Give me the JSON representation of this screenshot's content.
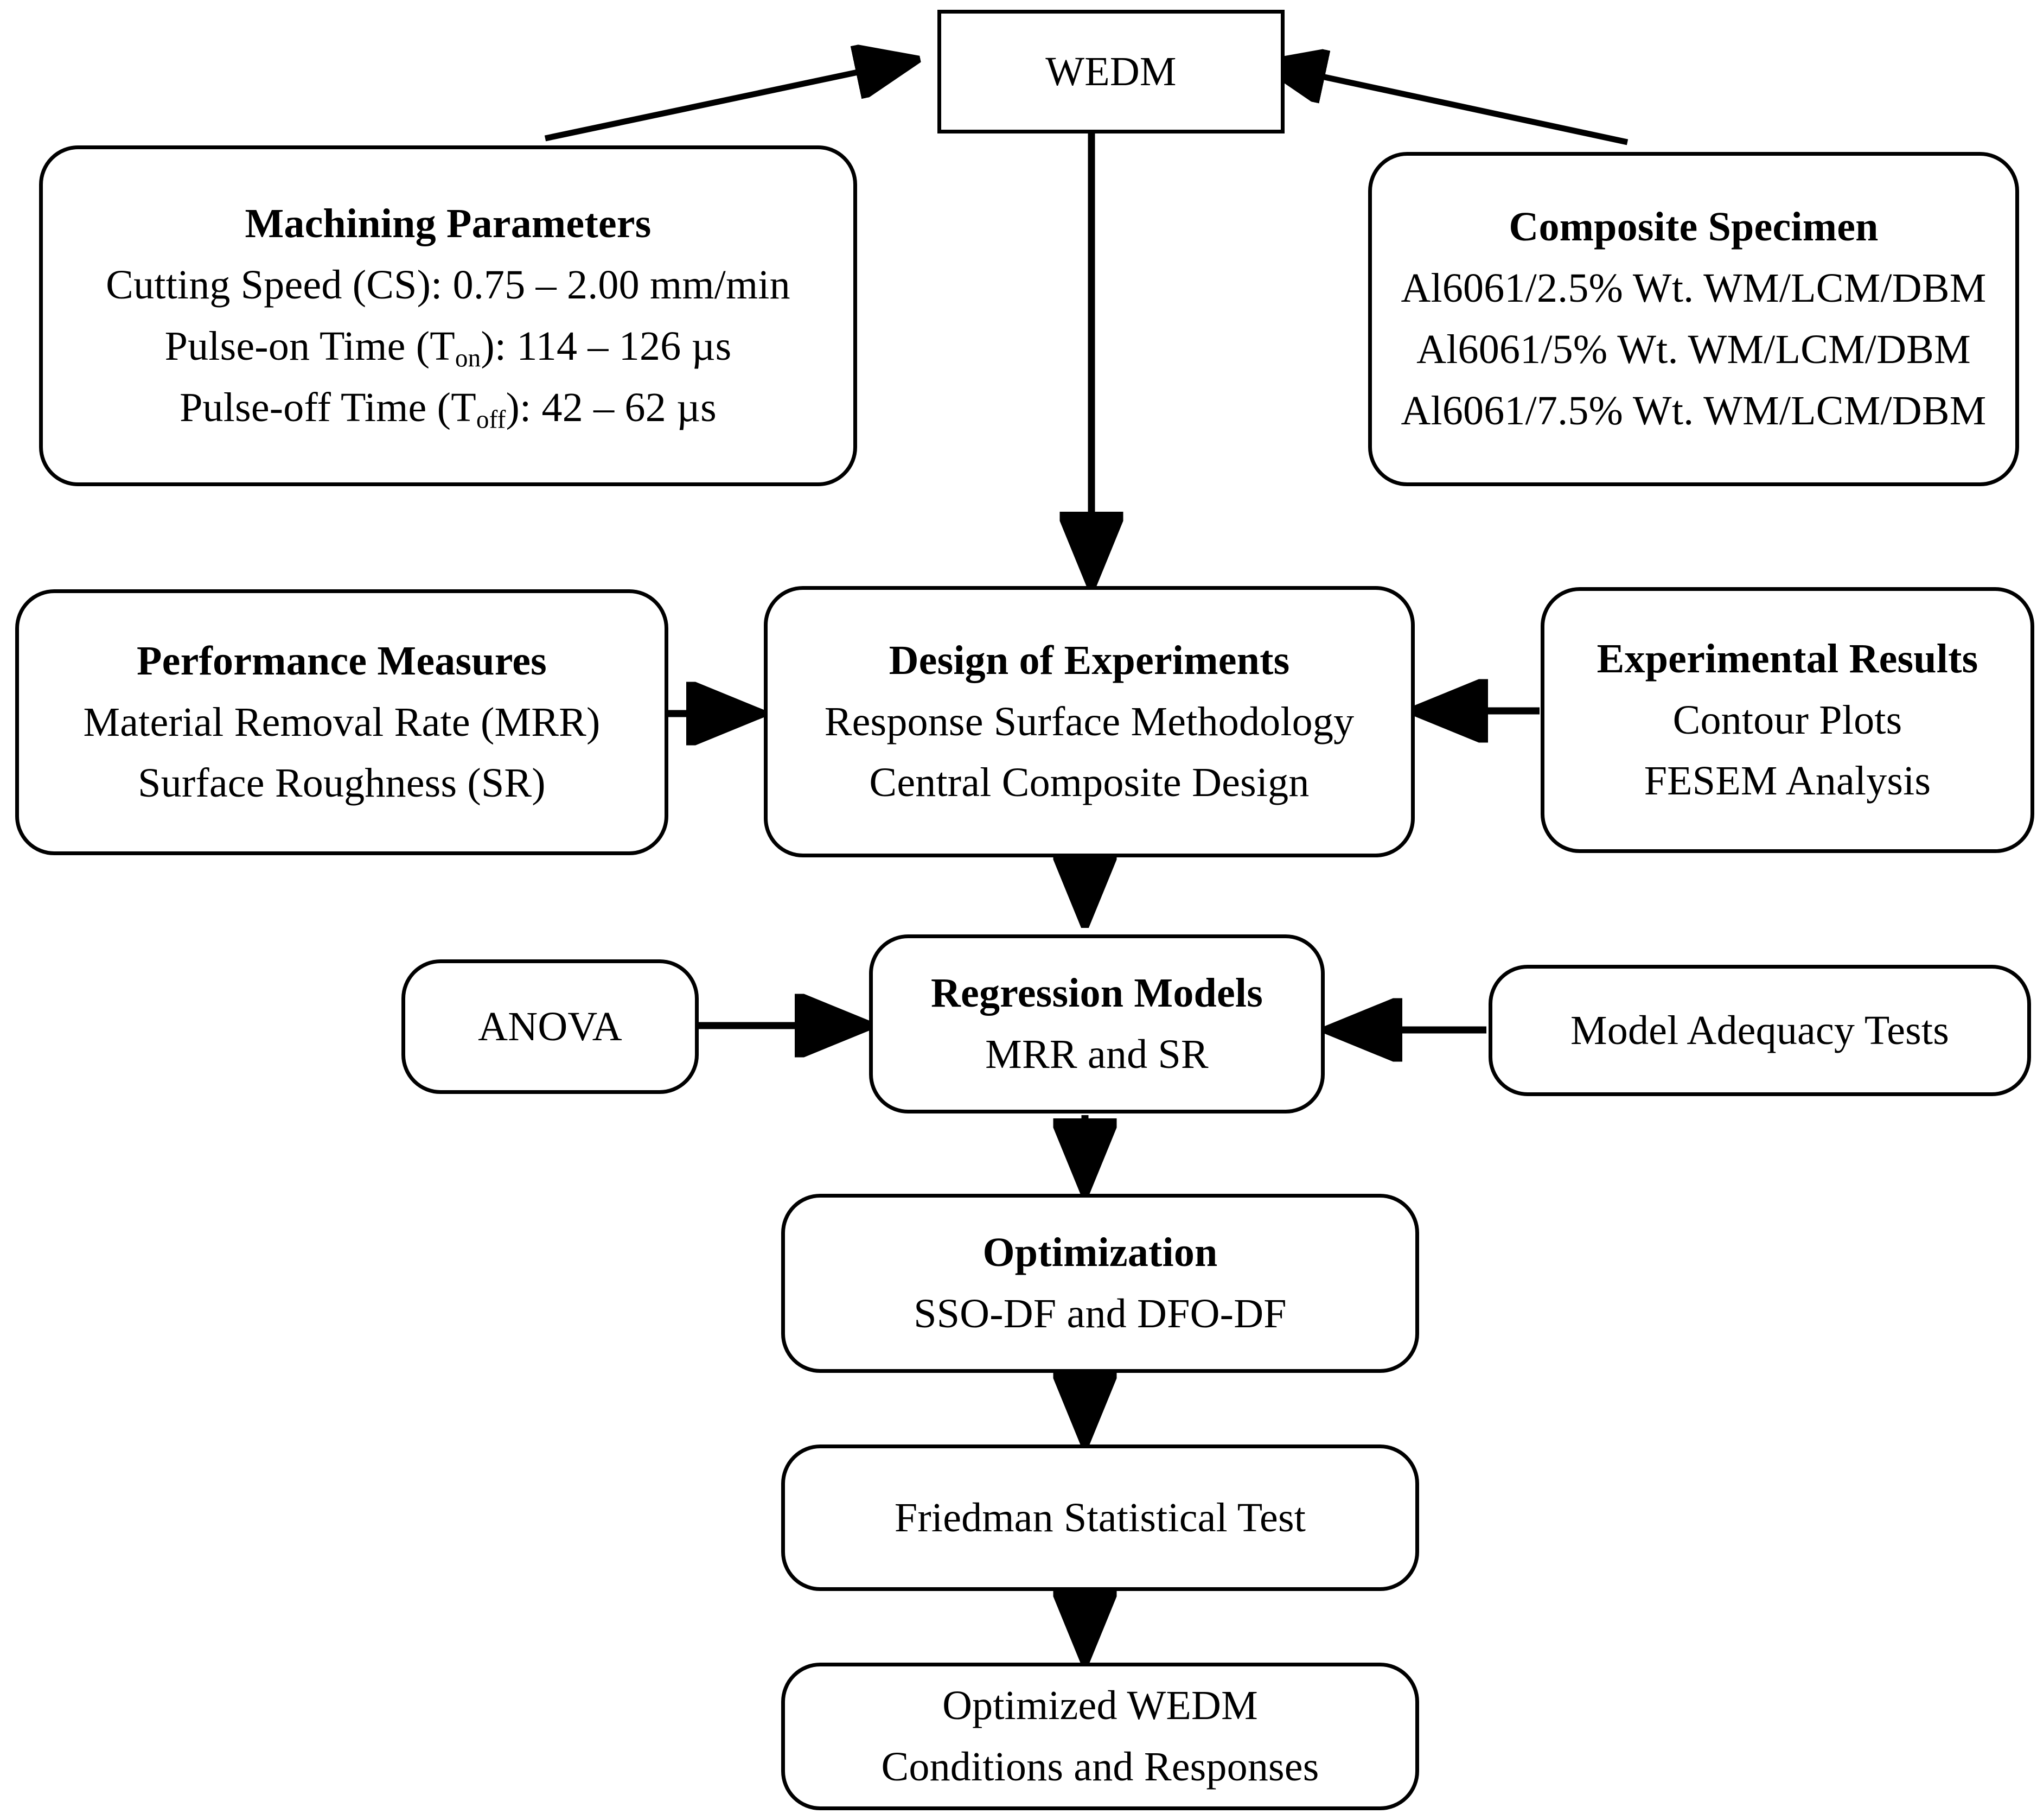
{
  "diagram": {
    "title_node": {
      "label": "WEDM"
    },
    "nodes": {
      "machining_parameters": {
        "heading": "Machining Parameters",
        "lines": [
          "Cutting Speed (CS): 0.75 – 2.00 mm/min",
          "Pulse-on Time (T",
          "on",
          "): 114 – 126 µs",
          "Pulse-off Time (T",
          "off",
          "): 42 – 62 µs"
        ],
        "line1": "Cutting Speed (CS): 0.75 – 2.00 mm/min",
        "line2_prefix": "Pulse-on Time (T",
        "line2_sub": "on",
        "line2_suffix": "): 114 – 126 µs",
        "line3_prefix": "Pulse-off Time (T",
        "line3_sub": "off",
        "line3_suffix": "): 42 – 62 µs"
      },
      "composite_specimen": {
        "heading": "Composite Specimen",
        "line1": "Al6061/2.5% Wt. WM/LCM/DBM",
        "line2": "Al6061/5% Wt. WM/LCM/DBM",
        "line3": "Al6061/7.5% Wt. WM/LCM/DBM"
      },
      "performance_measures": {
        "heading": "Performance Measures",
        "line1": "Material Removal Rate (MRR)",
        "line2": "Surface Roughness (SR)"
      },
      "design_of_experiments": {
        "heading": "Design of Experiments",
        "line1": "Response Surface Methodology",
        "line2": "Central Composite Design"
      },
      "experimental_results": {
        "heading": "Experimental Results",
        "line1": "Contour Plots",
        "line2": "FESEM Analysis"
      },
      "anova": {
        "label": "ANOVA"
      },
      "regression_models": {
        "heading": "Regression Models",
        "line1": "MRR and SR"
      },
      "model_adequacy_tests": {
        "label": "Model Adequacy Tests"
      },
      "optimization": {
        "heading": "Optimization",
        "line1": "SSO-DF and DFO-DF"
      },
      "friedman_test": {
        "label": "Friedman Statistical Test"
      },
      "optimized_output": {
        "line1": "Optimized WEDM",
        "line2": "Conditions and Responses"
      }
    },
    "colors": {
      "stroke": "#000000",
      "fill": "#ffffff",
      "text": "#000000"
    }
  }
}
